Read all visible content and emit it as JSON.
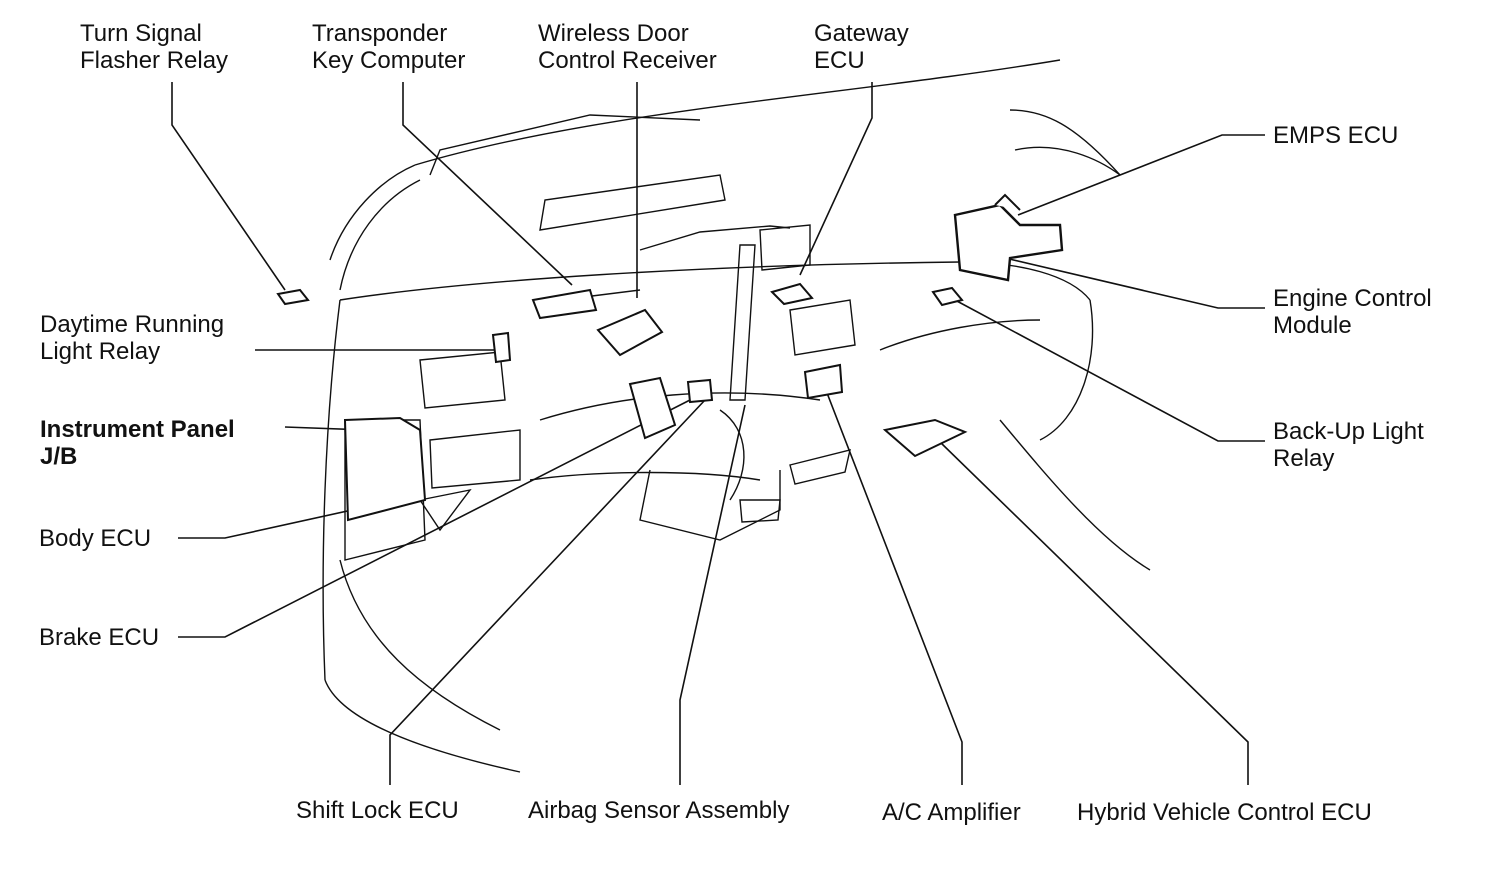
{
  "diagram": {
    "labels": {
      "turn_signal": {
        "l1": "Turn Signal",
        "l2": "Flasher Relay"
      },
      "transponder": {
        "l1": "Transponder",
        "l2": "Key Computer"
      },
      "wireless_door": {
        "l1": "Wireless Door",
        "l2": "Control Receiver"
      },
      "gateway": {
        "l1": "Gateway",
        "l2": "ECU"
      },
      "emps": {
        "l1": "EMPS ECU"
      },
      "daytime": {
        "l1": "Daytime Running",
        "l2": "Light Relay"
      },
      "ecm": {
        "l1": "Engine Control",
        "l2": "Module"
      },
      "instrument_jb": {
        "l1": "Instrument Panel",
        "l2": "J/B"
      },
      "backup": {
        "l1": "Back-Up Light",
        "l2": "Relay"
      },
      "body_ecu": {
        "l1": "Body ECU"
      },
      "brake_ecu": {
        "l1": "Brake ECU"
      },
      "shift_lock": {
        "l1": "Shift Lock ECU"
      },
      "airbag": {
        "l1": "Airbag Sensor Assembly"
      },
      "ac_amp": {
        "l1": "A/C Amplifier"
      },
      "hybrid": {
        "l1": "Hybrid Vehicle Control ECU"
      }
    }
  }
}
